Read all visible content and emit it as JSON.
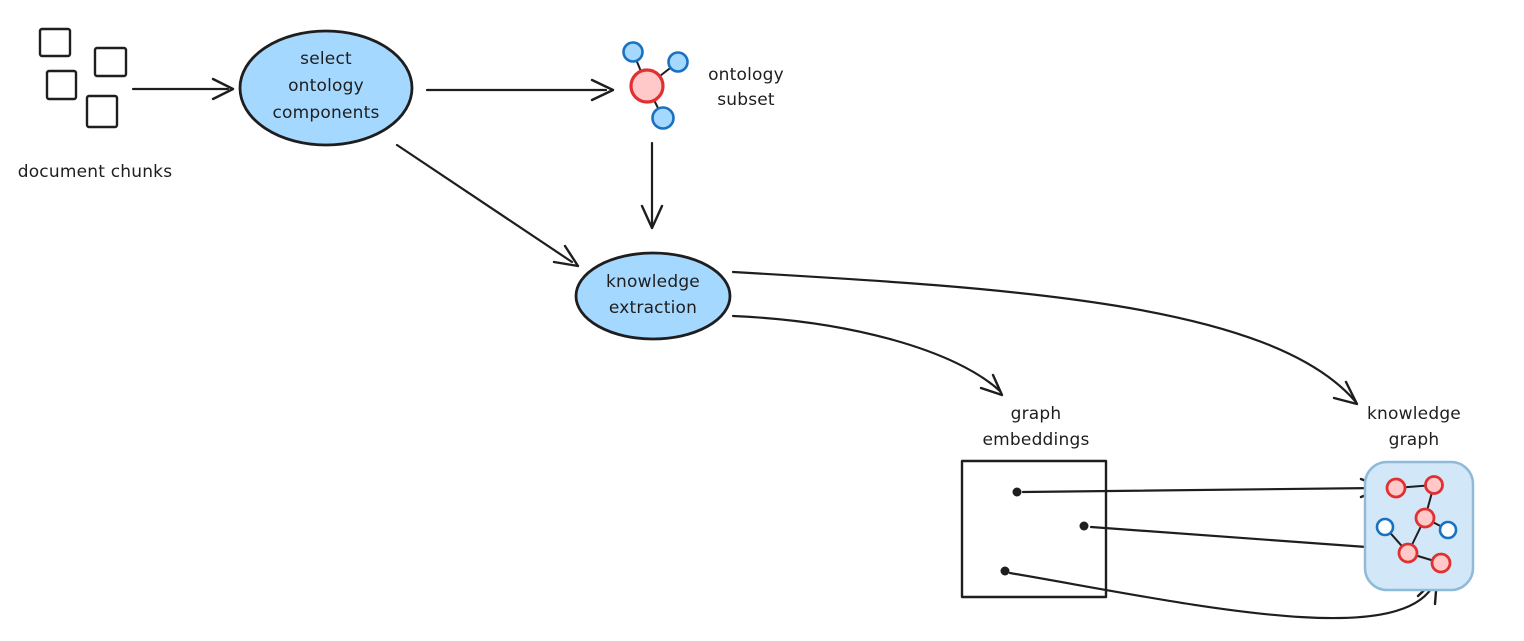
{
  "colors": {
    "background": "#ffffff",
    "stroke": "#1e1e1e",
    "ellipse_fill": "#a5d8ff",
    "red_stroke": "#e03131",
    "red_fill": "#ffc9c9",
    "blue_stroke": "#1971c2",
    "blue_fill": "#a5d8ff",
    "kg_box_fill": "#d2e7f8",
    "kg_box_stroke": "#8fbada",
    "kg_open_node_fill": "#ffffff"
  },
  "labels": {
    "document_chunks": "document chunks",
    "select_ontology": [
      "select",
      "ontology",
      "components"
    ],
    "ontology_subset": [
      "ontology",
      "subset"
    ],
    "knowledge_extraction": [
      "knowledge",
      "extraction"
    ],
    "graph_embeddings": [
      "graph",
      "embeddings"
    ],
    "knowledge_graph": [
      "knowledge",
      "graph"
    ]
  }
}
